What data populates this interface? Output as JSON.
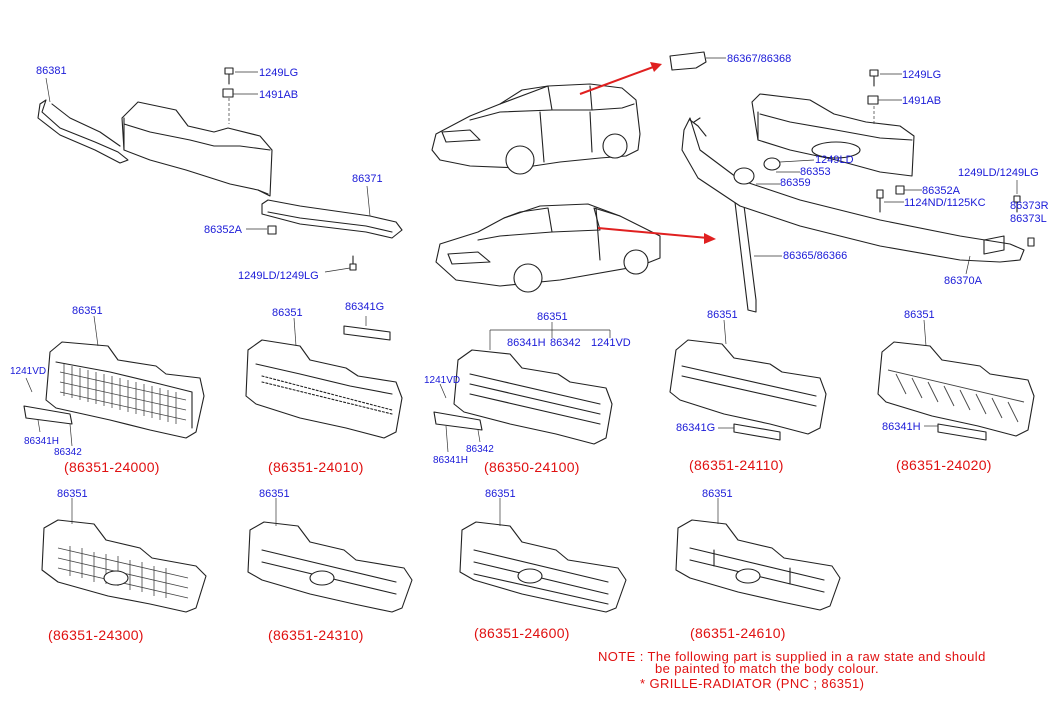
{
  "labels": {
    "top_left": {
      "p86381": "86381",
      "p1249lg": "1249LG",
      "p1491ab": "1491AB",
      "p86371": "86371",
      "p86352a": "86352A",
      "p1249ld_lg": "1249LD/1249LG"
    },
    "center": {
      "p86367": "86367/86368",
      "p86365": "86365/86366"
    },
    "top_right": {
      "p1249lg": "1249LG",
      "p1491ab": "1491AB",
      "p1249ld": "1249LD",
      "p86353": "86353",
      "p86359": "86359",
      "p86352a": "86352A",
      "p1124nd": "1124ND/1125KC",
      "p1249ld_lg": "1249LD/1249LG",
      "p86373r": "86373R",
      "p86373l": "86373L",
      "p86370a": "86370A"
    },
    "grille1": {
      "p86351": "86351",
      "p1241vd": "1241VD",
      "p86341h": "86341H",
      "p86342": "86342",
      "pnc": "(86351-24000)"
    },
    "grille2": {
      "p86351": "86351",
      "p86341g": "86341G",
      "pnc": "(86351-24010)"
    },
    "grille3": {
      "p86351": "86351",
      "p86341h_top": "86341H",
      "p86342_top": "86342",
      "p1241vd_top": "1241VD",
      "p1241vd": "1241VD",
      "p86342": "86342",
      "p86341h": "86341H",
      "pnc": "(86350-24100)"
    },
    "grille4": {
      "p86351": "86351",
      "p86341g": "86341G",
      "pnc": "(86351-24110)"
    },
    "grille5": {
      "p86351": "86351",
      "p86341h": "86341H",
      "pnc": "(86351-24020)"
    },
    "grille6": {
      "p86351": "86351",
      "pnc": "(86351-24300)"
    },
    "grille7": {
      "p86351": "86351",
      "pnc": "(86351-24310)"
    },
    "grille8": {
      "p86351": "86351",
      "pnc": "(86351-24600)"
    },
    "grille9": {
      "p86351": "86351",
      "pnc": "(86351-24610)"
    }
  },
  "note": {
    "line1": "NOTE : The following part is supplied in a raw state and should",
    "line2": "be painted to match the body colour.",
    "line3": "* GRILLE-RADIATOR (PNC ; 86351)"
  },
  "colors": {
    "label": "#1a1ad8",
    "part_number": "#e01010",
    "arrow": "#e02020",
    "ink": "#222222"
  }
}
